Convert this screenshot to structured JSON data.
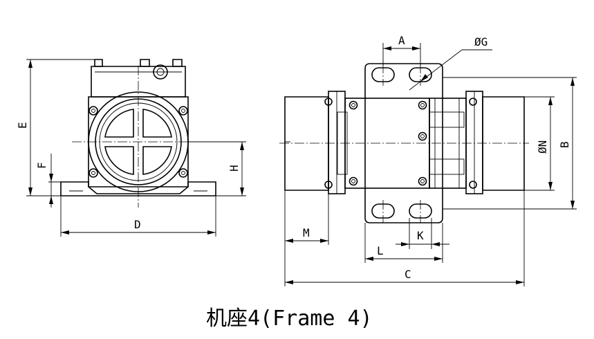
{
  "caption": "机座4(Frame 4)",
  "labels": {
    "E": "E",
    "F": "F",
    "H": "H",
    "D": "D",
    "A": "A",
    "G": "ØG",
    "B": "B",
    "N": "ØN",
    "M": "M",
    "K": "K",
    "L": "L",
    "C": "C"
  }
}
